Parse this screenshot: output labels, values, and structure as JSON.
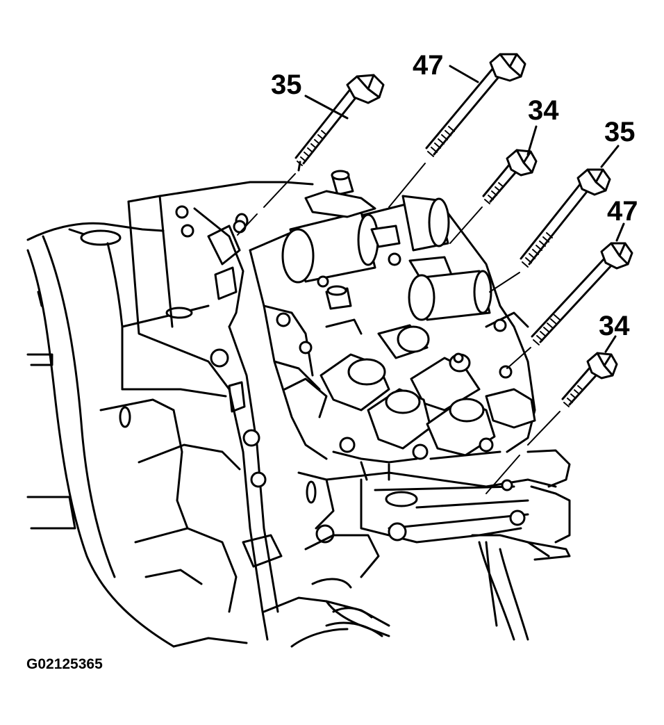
{
  "figure_id": "G02125365",
  "callouts": [
    {
      "label": "35"
    },
    {
      "label": "47"
    },
    {
      "label": "34"
    },
    {
      "label": "35"
    },
    {
      "label": "47"
    },
    {
      "label": "34"
    }
  ],
  "colors": {
    "line": "#000000",
    "background": "#ffffff"
  }
}
